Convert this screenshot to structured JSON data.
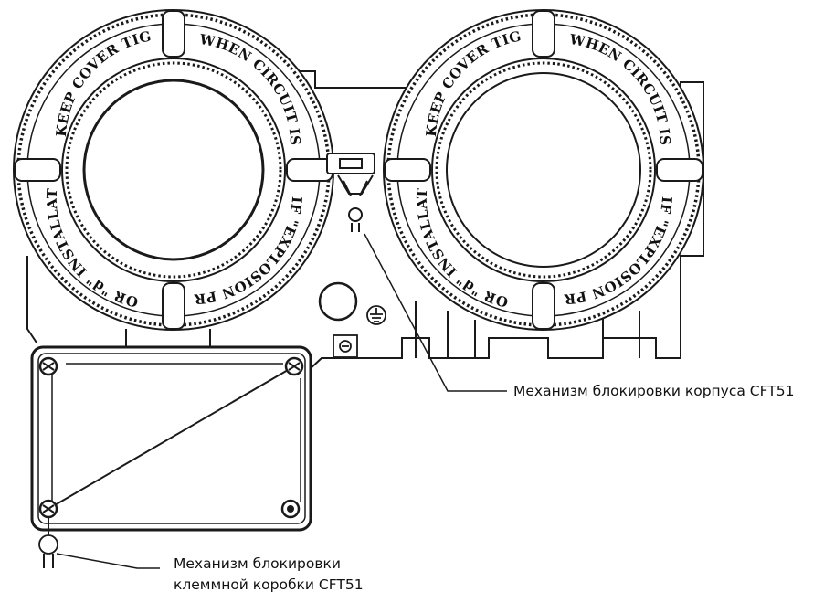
{
  "diagram": {
    "ring_text": {
      "keep_cover_tight": "KEEP COVER TIGHT",
      "when_circuit_alive": "WHEN CIRCUIT IS ALIVE",
      "explosion_proof": "IF \"EXPLOSION PROOF\"",
      "installation": "OR \"d\" INSTALLATION"
    },
    "callouts": {
      "housing_lock": "Механизм блокировки корпуса CFT51",
      "terminal_lock_line1": "Механизм блокировки",
      "terminal_lock_line2": "клеммной коробки CFT51"
    },
    "colors": {
      "stroke": "#1a1a1a",
      "background": "#ffffff"
    }
  }
}
